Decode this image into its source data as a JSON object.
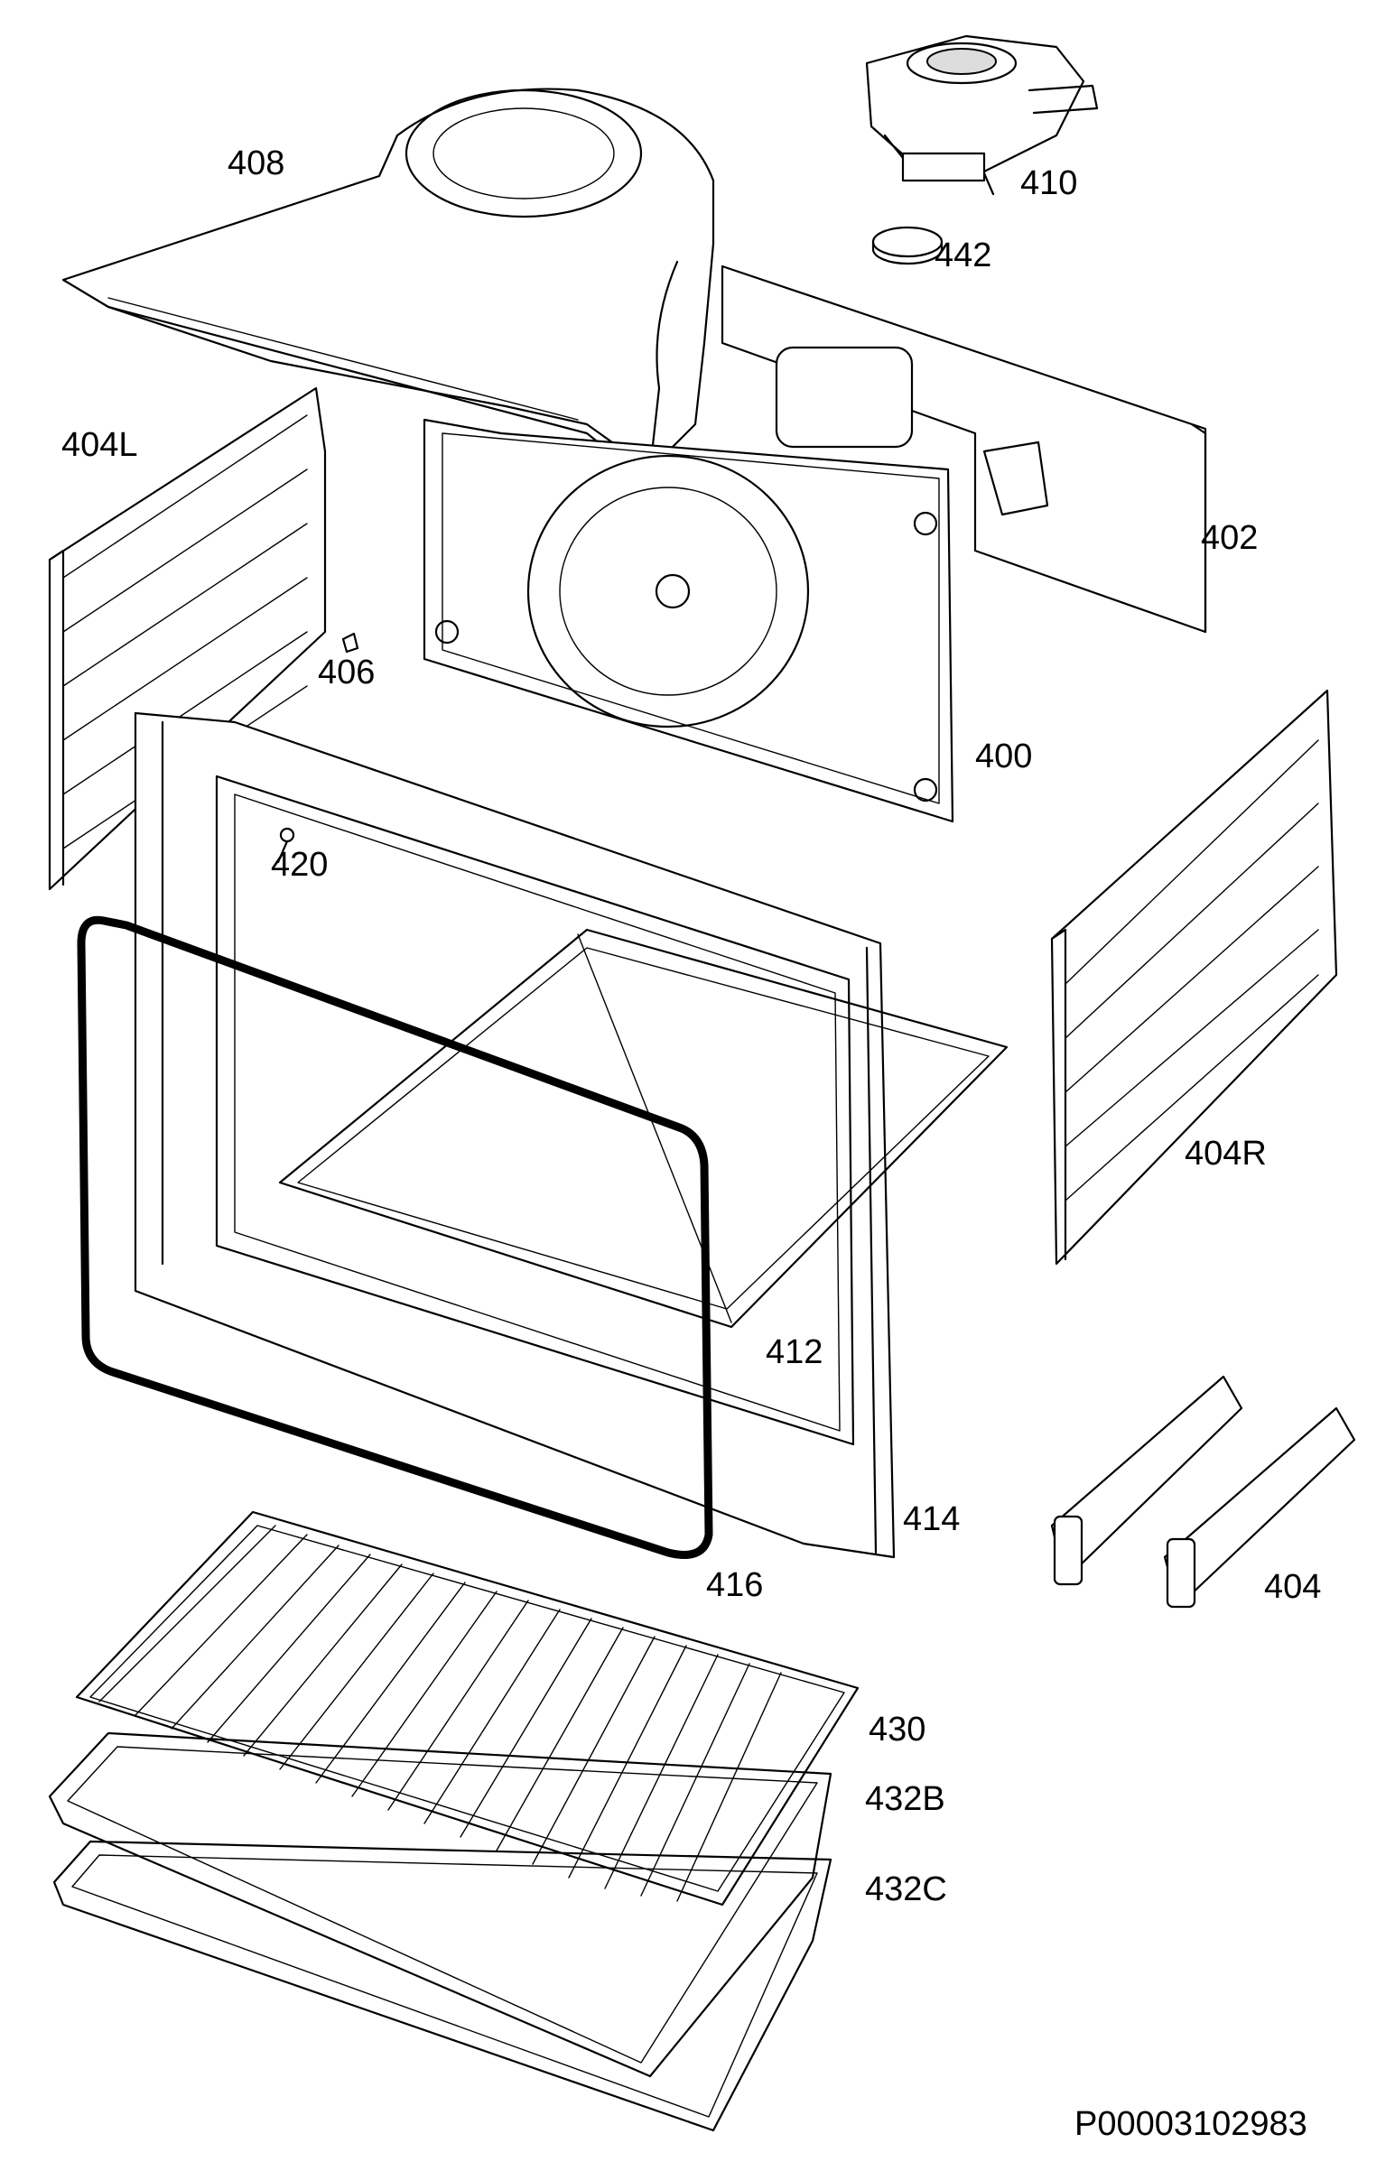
{
  "labels": {
    "l408": "408",
    "l410": "410",
    "l442": "442",
    "l404L": "404L",
    "l402": "402",
    "l406": "406",
    "l400": "400",
    "l420": "420",
    "l404R": "404R",
    "l412": "412",
    "l414": "414",
    "l416": "416",
    "l404": "404",
    "l430": "430",
    "l432B": "432B",
    "l432C": "432C"
  },
  "drawing_code": "P00003102983"
}
